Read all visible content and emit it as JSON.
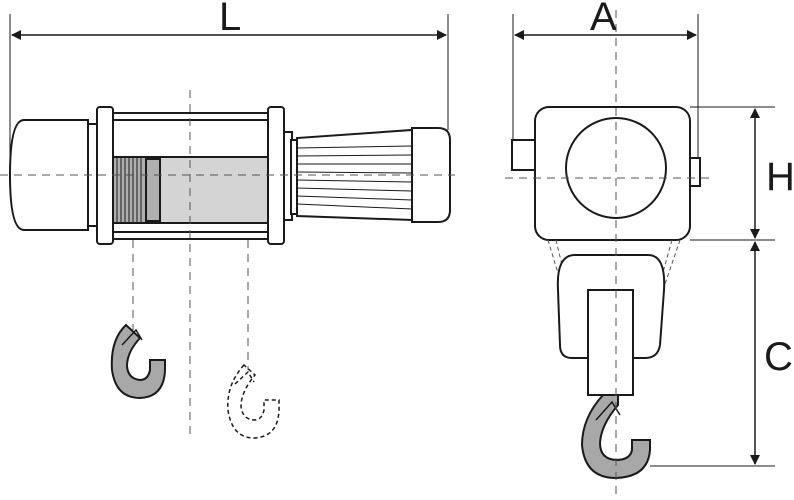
{
  "dimension_labels": {
    "length": "L",
    "width": "A",
    "height": "H",
    "hook_drop": "C"
  },
  "colors": {
    "line": "#1a1a1a",
    "drum_fill": "#d4d4d4",
    "rope_fill": "#b0b0b0",
    "hook_fill": "#a8a8a8",
    "centerline": "#555555"
  }
}
